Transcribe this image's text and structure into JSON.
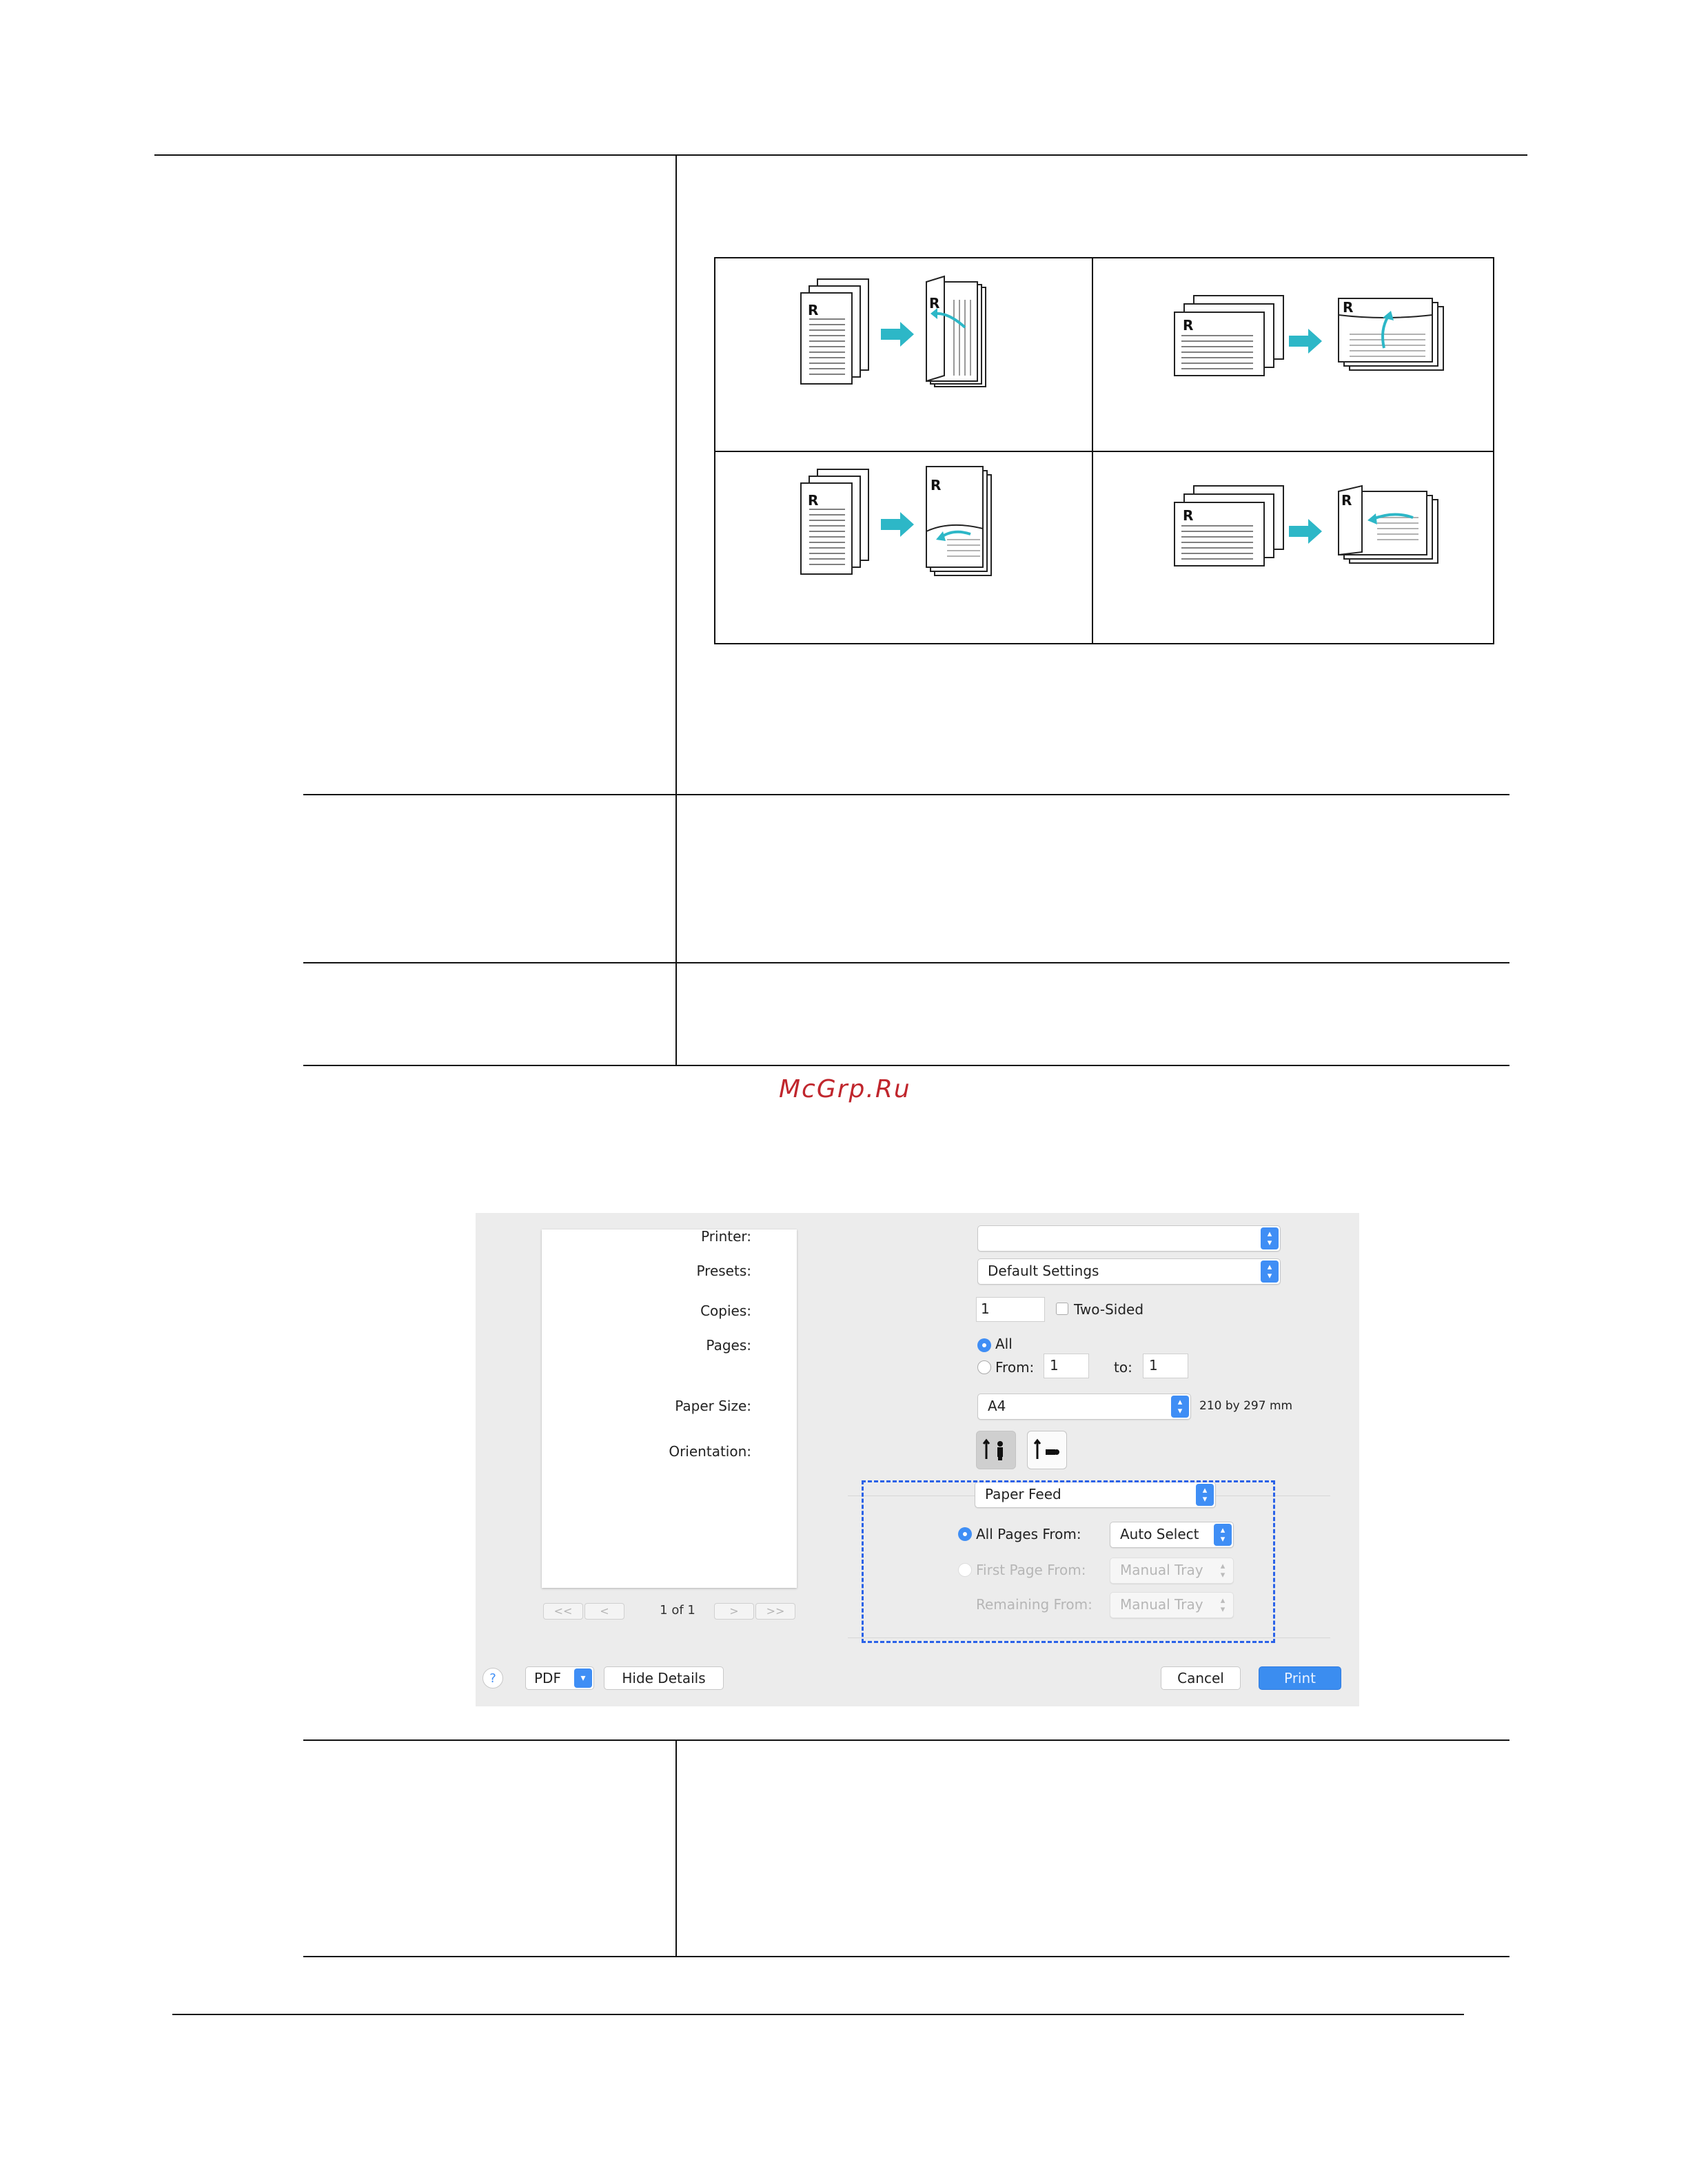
{
  "watermark": "McGrp.Ru",
  "illustrations": [
    {
      "name": "portrait-long-edge-binding",
      "letter": "R"
    },
    {
      "name": "landscape-long-edge-binding",
      "letter": "R"
    },
    {
      "name": "portrait-short-edge-binding",
      "letter": "R"
    },
    {
      "name": "landscape-short-edge-binding",
      "letter": "R"
    }
  ],
  "colors": {
    "arrow": "#2db7c7",
    "accent": "#3f8ef5",
    "dashed_highlight": "#2a62e8",
    "watermark": "#c0262d"
  },
  "dialog": {
    "printer_label": "Printer:",
    "printer_value": "",
    "presets_label": "Presets:",
    "presets_value": "Default Settings",
    "copies_label": "Copies:",
    "copies_value": "1",
    "two_sided_label": "Two-Sided",
    "pages_label": "Pages:",
    "pages_all_label": "All",
    "pages_from_label": "From:",
    "pages_from_value": "1",
    "pages_to_label": "to:",
    "pages_to_value": "1",
    "paper_size_label": "Paper Size:",
    "paper_size_value": "A4",
    "paper_size_dims": "210 by 297 mm",
    "orientation_label": "Orientation:",
    "section_value": "Paper Feed",
    "all_pages_from_label": "All Pages From:",
    "all_pages_from_value": "Auto Select",
    "first_page_from_label": "First Page From:",
    "first_page_from_value": "Manual Tray",
    "remaining_from_label": "Remaining From:",
    "remaining_from_value": "Manual Tray",
    "page_count": "1 of 1",
    "pager": {
      "first": "<<",
      "prev": "<",
      "next": ">",
      "last": ">>"
    },
    "help_label": "?",
    "pdf_label": "PDF",
    "hide_details_label": "Hide Details",
    "cancel_label": "Cancel",
    "print_label": "Print"
  }
}
